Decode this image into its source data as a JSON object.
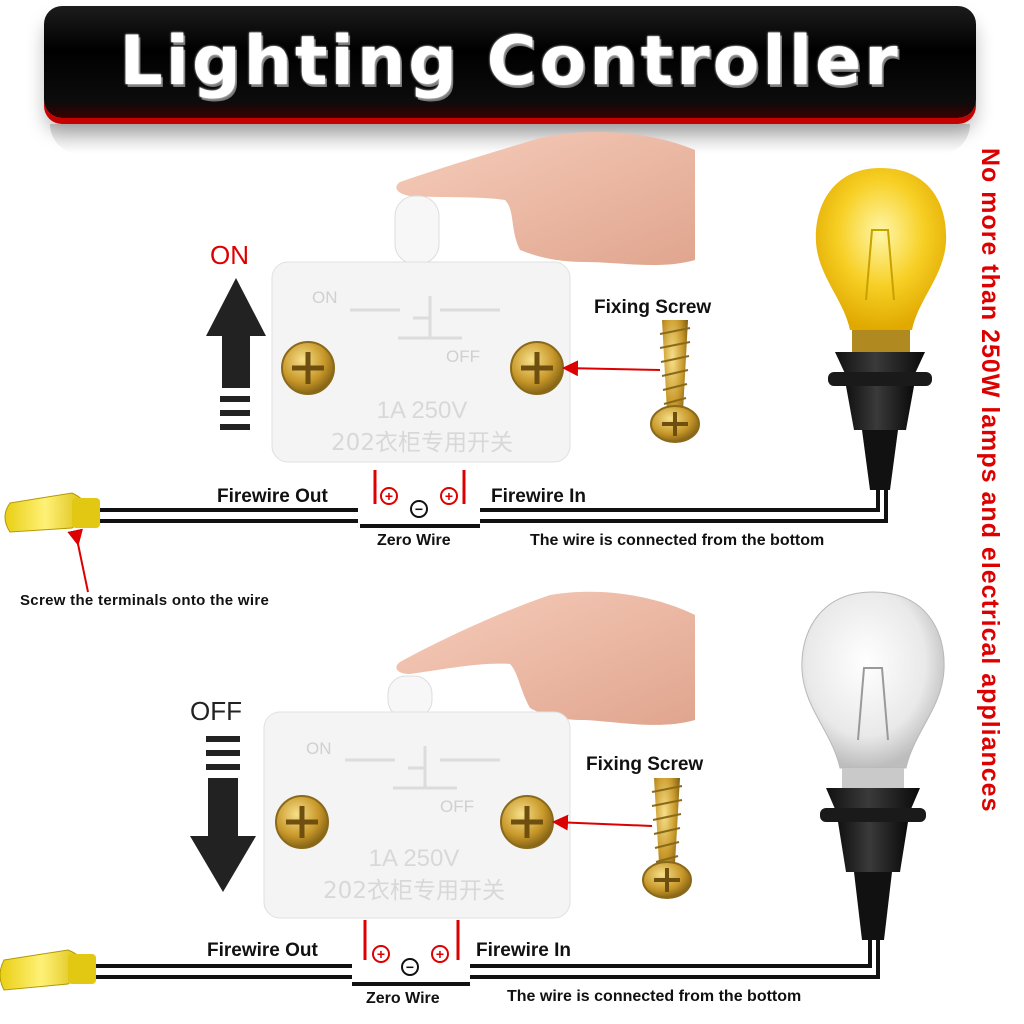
{
  "header": {
    "title": "Lighting Controller"
  },
  "side_note": "No more than 250W lamps and electrical appliances",
  "top_panel": {
    "state": "ON",
    "switch": {
      "on_mark": "ON",
      "off_mark": "OFF",
      "rating": "1A 250V",
      "model": "202衣柜专用开关"
    },
    "fixing_screw": "Fixing Screw",
    "firewire_out": "Firewire Out",
    "firewire_in": "Firewire In",
    "zero_wire": "Zero Wire",
    "bottom_note": "The wire is connected from the bottom",
    "terminal_note": "Screw the terminals onto the wire",
    "bulb": "lit"
  },
  "bottom_panel": {
    "state": "OFF",
    "switch": {
      "on_mark": "ON",
      "off_mark": "OFF",
      "rating": "1A 250V",
      "model": "202衣柜专用开关"
    },
    "fixing_screw": "Fixing Screw",
    "firewire_out": "Firewire Out",
    "firewire_in": "Firewire In",
    "zero_wire": "Zero Wire",
    "bottom_note": "The wire is connected from the bottom",
    "bulb": "unlit"
  },
  "symbols": {
    "plus": "+",
    "minus": "−"
  },
  "colors": {
    "accent_red": "#dd0000",
    "connector_yellow": "#f2dc2a",
    "bulb_glow": "#f7cf24",
    "screw_gold": "#c8982a"
  }
}
